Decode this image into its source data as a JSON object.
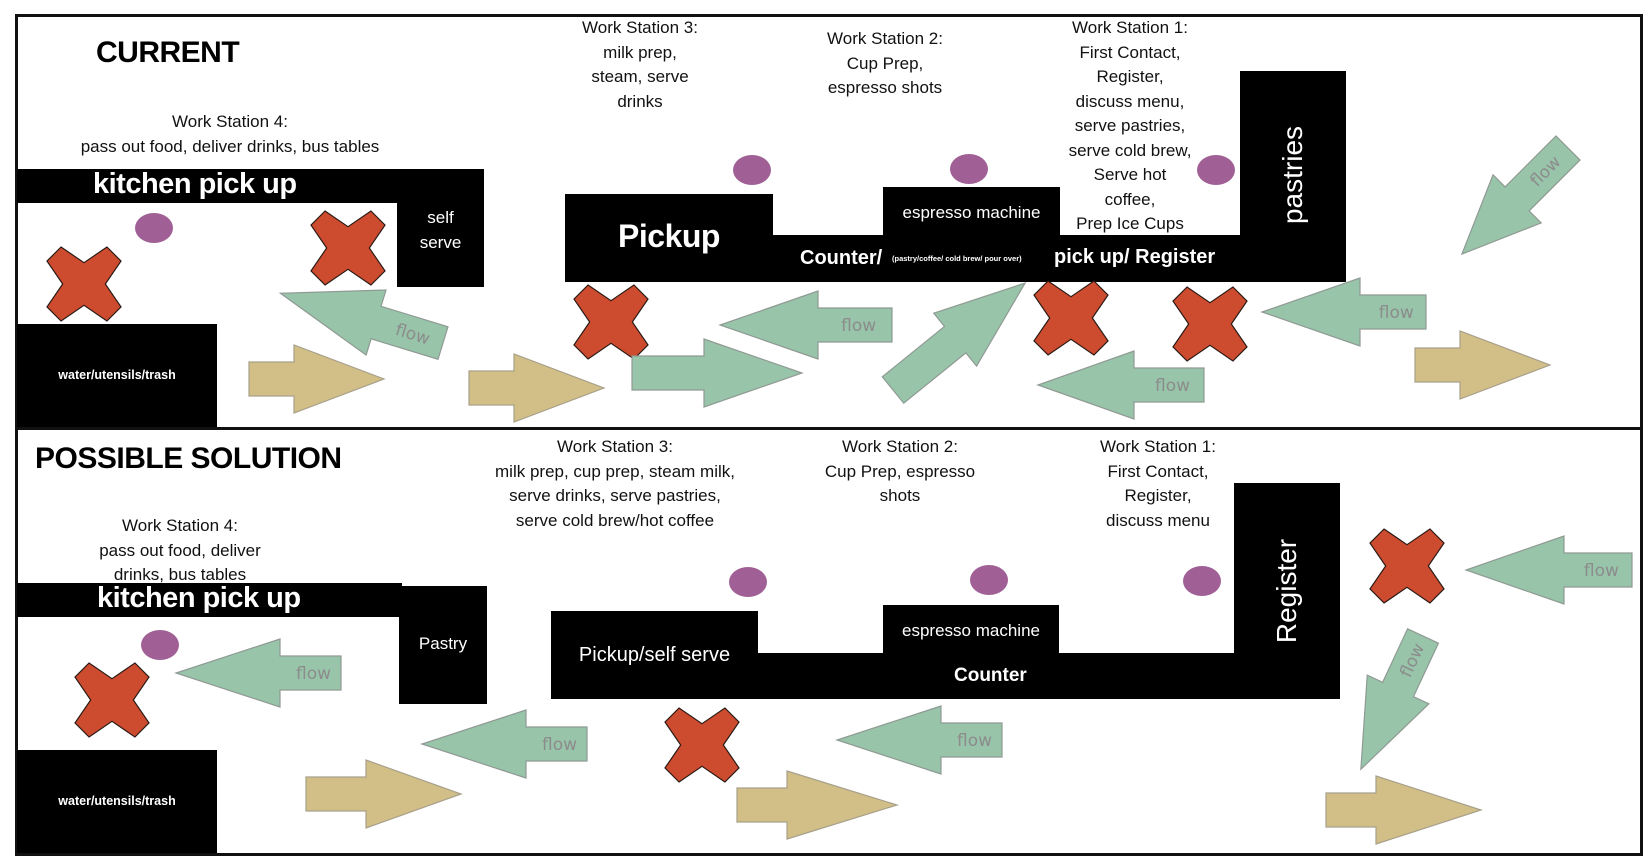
{
  "colors": {
    "blocker": "#CD4B2F",
    "blocker_outline": "#2a1a14",
    "worker": "#A06096",
    "flow_arrow": "#98C4AA",
    "flow_arrow_border": "#8f9a93",
    "customer_arrow": "#D2BF88",
    "customer_arrow_border": "#a8a08a",
    "block": "#000000",
    "flow_text": "#8c8c8c"
  },
  "legend_semantics": {
    "worker-icon": "purple circle marks a worker position",
    "blocker-icon": "red X marks a bottleneck / conflict point",
    "flow-arrow": "green arrow labeled flow",
    "customer-arrow": "tan arrow"
  },
  "current": {
    "title": "CURRENT",
    "stations": {
      "ws4": "Work Station 4:\npass out food, deliver drinks, bus tables",
      "ws3": "Work Station 3:\nmilk prep,\nsteam, serve\ndrinks",
      "ws2": "Work Station 2:\nCup Prep,\nespresso shots",
      "ws1": "Work Station 1:\nFirst Contact,\nRegister,\ndiscuss menu,\nserve pastries,\nserve cold brew,\nServe hot\ncoffee,\nPrep Ice Cups"
    },
    "blocks": {
      "kitchen": "kitchen pick up",
      "self_serve": "self\nserve",
      "water": "water/utensils/trash",
      "pickup": "Pickup",
      "espresso": "espresso machine",
      "counter": "Counter/",
      "counter_sub": "(pastry/coffee/ cold brew/ pour over)",
      "pickup_register": "pick up/ Register",
      "pastries": "pastries"
    },
    "flow_label": "flow"
  },
  "solution": {
    "title": "POSSIBLE SOLUTION",
    "stations": {
      "ws4": "Work Station 4:\npass out food, deliver\ndrinks, bus tables",
      "ws3": "Work Station 3:\nmilk prep, cup prep, steam milk,\nserve drinks, serve pastries,\nserve cold brew/hot coffee",
      "ws2": "Work Station 2:\nCup Prep, espresso\nshots",
      "ws1": "Work Station 1:\nFirst Contact,\nRegister,\ndiscuss menu"
    },
    "blocks": {
      "kitchen": "kitchen pick up",
      "pastry": "Pastry",
      "water": "water/utensils/trash",
      "pickup": "Pickup/self serve",
      "espresso": "espresso machine",
      "counter": "Counter",
      "register": "Register"
    },
    "flow_label": "flow"
  }
}
